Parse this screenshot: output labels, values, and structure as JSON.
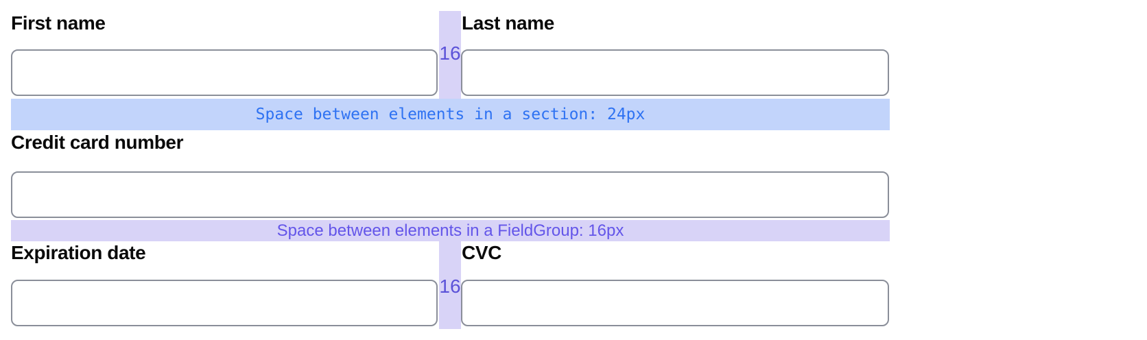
{
  "form": {
    "fields": {
      "first_name": {
        "label": "First name",
        "value": ""
      },
      "last_name": {
        "label": "Last name",
        "value": ""
      },
      "card_number": {
        "label": "Credit card number",
        "value": ""
      },
      "expiration": {
        "label": "Expiration date",
        "value": ""
      },
      "cvc": {
        "label": "CVC",
        "value": ""
      }
    }
  },
  "annotations": {
    "column_gap_label": "16",
    "section_band_text": "Space between elements in a section: 24px",
    "fieldgroup_band_text": "Space between elements in a FieldGroup: 16px"
  },
  "colors": {
    "gap_strip_fill": "#d8d3f7",
    "gap_label_text": "#5b52d8",
    "section_band_fill": "#c2d4fb",
    "section_band_text": "#2e72f2",
    "fieldgroup_band_fill": "#d8d3f7",
    "fieldgroup_band_text": "#6355e9",
    "input_border": "#8a8e99",
    "label_text": "#0a0a0a"
  }
}
